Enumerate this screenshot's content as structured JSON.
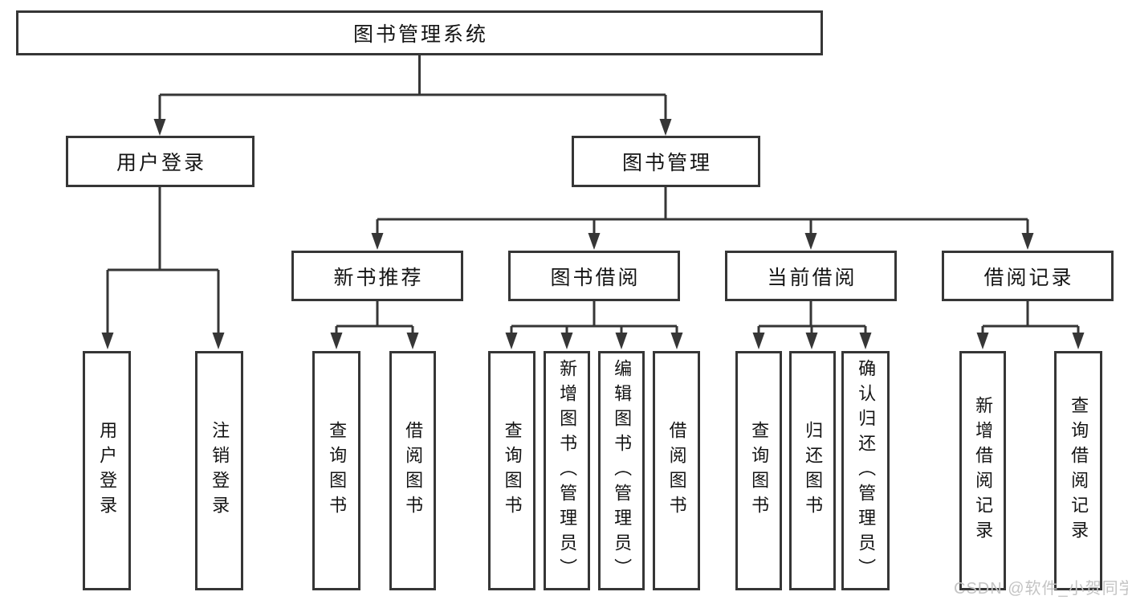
{
  "diagram": {
    "root": "图书管理系统",
    "login": {
      "label": "用户登录",
      "children": [
        "用户登录",
        "注销登录"
      ]
    },
    "mgmt": {
      "label": "图书管理",
      "sections": [
        {
          "label": "新书推荐",
          "children": [
            "查询图书",
            "借阅图书"
          ]
        },
        {
          "label": "图书借阅",
          "children": [
            "查询图书",
            "新增图书（管理员）",
            "编辑图书（管理员）",
            "借阅图书"
          ]
        },
        {
          "label": "当前借阅",
          "children": [
            "查询图书",
            "归还图书",
            "确认归还（管理员）"
          ]
        },
        {
          "label": "借阅记录",
          "children": [
            "新增借阅记录",
            "查询借阅记录"
          ]
        }
      ]
    },
    "colors": {
      "line": "#363636",
      "text": "#141414",
      "watermark_text": "#c4c4c4"
    },
    "watermark": "CSDN @软件_小贺同学"
  }
}
